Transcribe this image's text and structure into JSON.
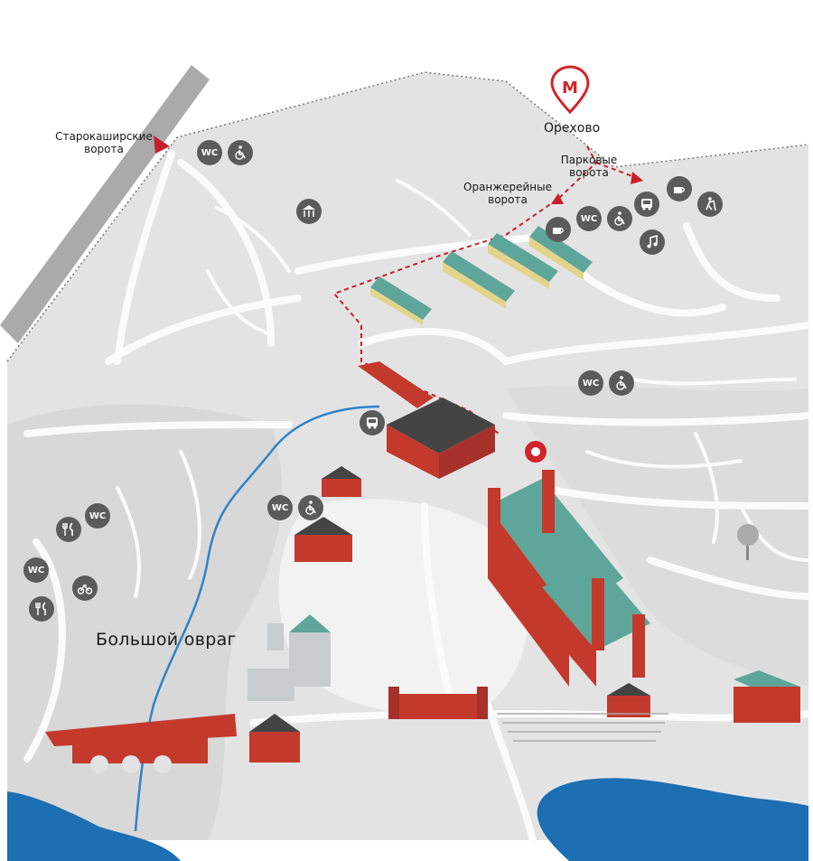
{
  "labels": {
    "metro_station": "Орехово",
    "metro_letter": "М",
    "gate_starokashirskie": "Старокаширские\nворота",
    "gate_parkovye": "Парковые\nворота",
    "gate_oranzhereynye": "Оранжерейные\nворота",
    "ravine": "Большой овраг"
  },
  "icons": {
    "wc_text": "WC",
    "types": [
      "wc-icon",
      "wheelchair-icon",
      "carousel-icon",
      "bus-icon",
      "coffee-icon",
      "hiking-icon",
      "music-note-icon",
      "food-icon",
      "bicycle-rental-icon",
      "location-pin-icon"
    ]
  },
  "colors": {
    "land": "#e3e3e4",
    "path": "#fbfbfb",
    "water": "#1d6fb3",
    "stream": "#2f82c8",
    "metro_red": "#d2232a",
    "route_red": "#c8202a",
    "brick": "#c33a2c",
    "roof_teal": "#5fa69a",
    "orangery_yellow": "#e3d48a",
    "icon_gray": "#5b5b5b",
    "road_gray": "#aaaaaa"
  }
}
